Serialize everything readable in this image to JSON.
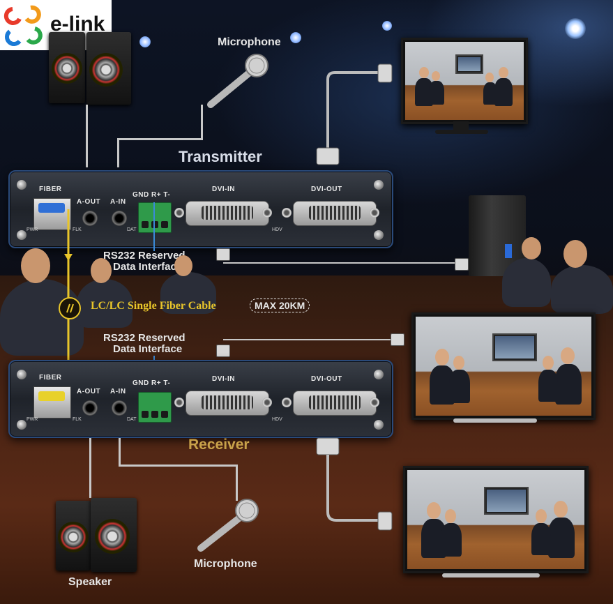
{
  "brand": {
    "name": "e-link"
  },
  "labels": {
    "microphone_top": "Microphone",
    "transmitter": "Transmitter",
    "rs232_top_line1": "RS232 Reserved",
    "rs232_top_line2": "Data Interface",
    "fiber_cable": "LC/LC Single Fiber Cable",
    "max_distance": "MAX 20KM",
    "rs232_bottom_line1": "RS232 Reserved",
    "rs232_bottom_line2": "Data Interface",
    "receiver": "Receiver",
    "microphone_bottom": "Microphone",
    "speaker": "Speaker"
  },
  "transmitter_panel": {
    "fiber": "FIBER",
    "a_out": "A-OUT",
    "a_in": "A-IN",
    "gnd_rt": "GND R+ T-",
    "dvi_in": "DVI-IN",
    "dvi_out": "DVI-OUT",
    "pwr": "PWR",
    "flk": "FLK",
    "dat": "DAT",
    "hdv": "HDV"
  },
  "receiver_panel": {
    "fiber": "FIBER",
    "a_out": "A-OUT",
    "a_in": "A-IN",
    "gnd_rt": "GND R+ T-",
    "dvi_in": "DVI-IN",
    "dvi_out": "DVI-OUT",
    "pwr": "PWR",
    "flk": "FLK",
    "dat": "DAT",
    "hdv": "HDV"
  },
  "colors": {
    "fiber_cable": "#e8c52a",
    "transmitter_label": "#d8dde8",
    "receiver_label": "#c9a24a",
    "sfp_latch_tx": "#2f6fd6",
    "sfp_latch_rx": "#e8d12a",
    "device_border": "#2a4a7a",
    "terminal_block": "#2f9a4a"
  }
}
